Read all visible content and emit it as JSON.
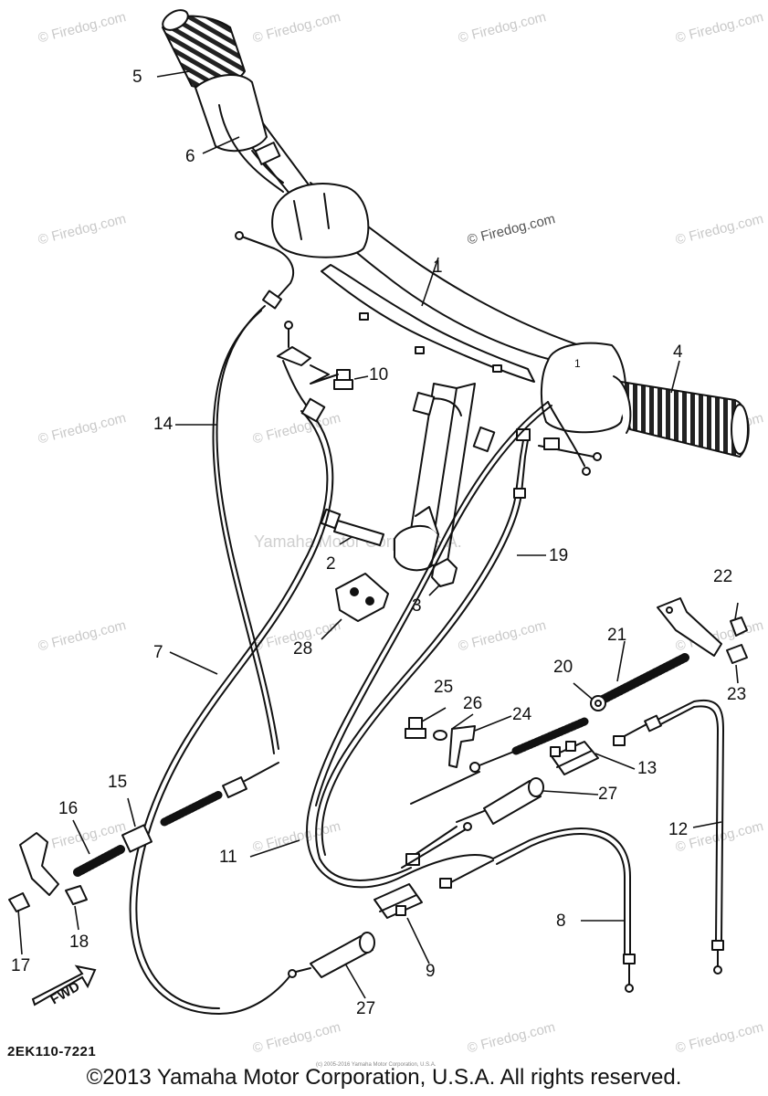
{
  "watermark_text": "© Firedog.com",
  "center_watermark": "Yamaha Motor Corp., U.S.A.",
  "doc_code": "2EK110-7221",
  "copyright": "©2013 Yamaha Motor Corporation, U.S.A. All rights reserved.",
  "tiny_copyright": "(c) 2005-2016 Yamaha Motor Corporation, U.S.A.",
  "fwd_label": "FWD",
  "part_labels": {
    "p1": "1",
    "p1b": "1",
    "p2": "2",
    "p3": "3",
    "p4": "4",
    "p5": "5",
    "p6": "6",
    "p7": "7",
    "p8": "8",
    "p9": "9",
    "p10": "10",
    "p11": "11",
    "p12": "12",
    "p13": "13",
    "p14": "14",
    "p15": "15",
    "p16": "16",
    "p17": "17",
    "p18": "18",
    "p19": "19",
    "p20": "20",
    "p21": "21",
    "p22": "22",
    "p23": "23",
    "p24": "24",
    "p25": "25",
    "p26": "26",
    "p27a": "27",
    "p27b": "27",
    "p28": "28"
  }
}
